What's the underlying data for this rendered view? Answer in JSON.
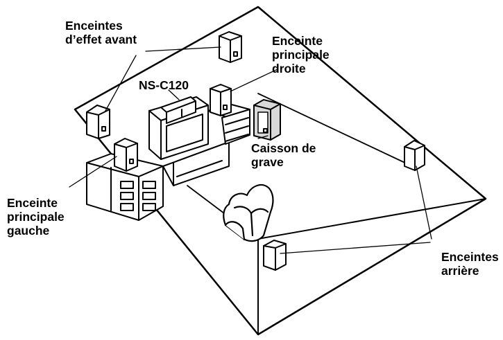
{
  "labels": {
    "front_effect": [
      "Enceintes",
      "d’effet avant"
    ],
    "main_right": [
      "Enceinte",
      "principale",
      "droite"
    ],
    "center": "NS-C120",
    "subwoofer": [
      "Caisson de",
      "grave"
    ],
    "main_left": [
      "Enceinte",
      "principale",
      "gauche"
    ],
    "rear": [
      "Enceintes",
      "arrière"
    ]
  },
  "colors": {
    "ink": "#000000",
    "background": "#ffffff",
    "speaker_fill": "#ffffff",
    "subwoofer_fill": "#d9d9d9"
  }
}
